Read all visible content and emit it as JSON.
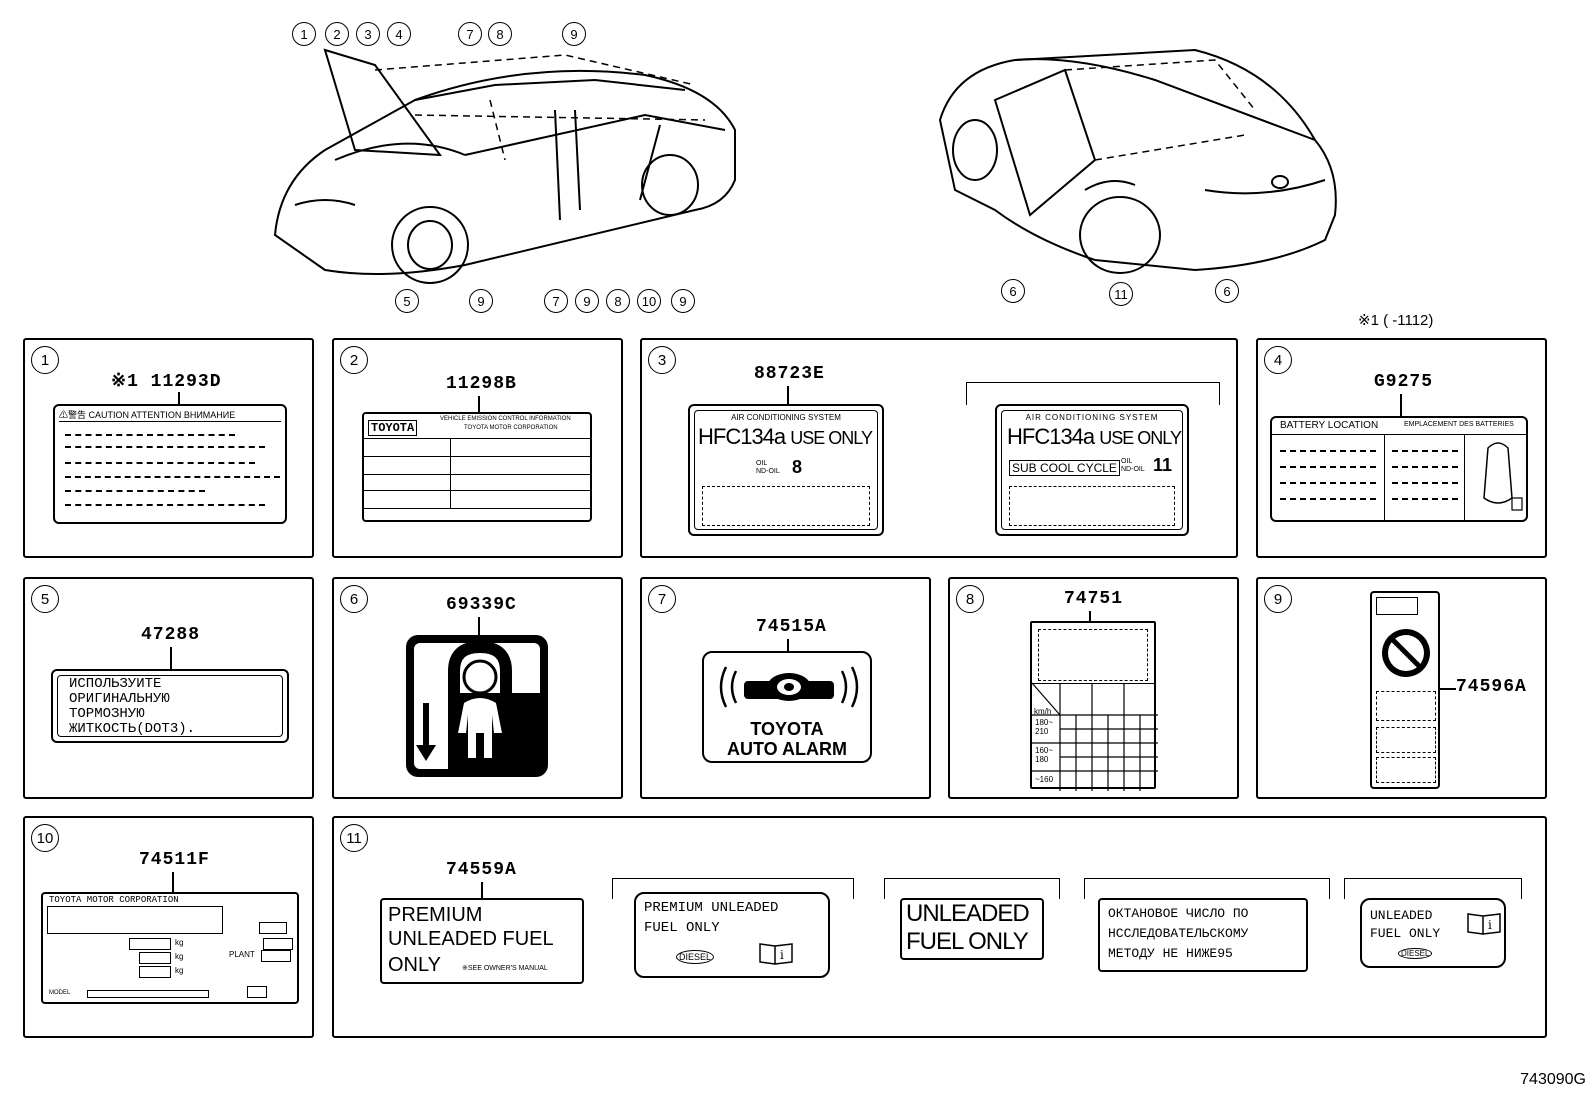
{
  "diagram_id": "743090G",
  "note_x1": "※1 (      -1112)",
  "callouts_front": [
    "1",
    "2",
    "3",
    "4",
    "7",
    "8",
    "9",
    "5",
    "9",
    "7",
    "9",
    "8",
    "10",
    "9"
  ],
  "callouts_rear": [
    "6",
    "11",
    "6"
  ],
  "panels": {
    "p1": {
      "num": "1",
      "part": "※1 11293D",
      "header": "⚠警告 CAUTION ATTENTION ВНИМАНИЕ"
    },
    "p2": {
      "num": "2",
      "part": "11298B",
      "brand": "TOYOTA",
      "sub": "VEHICLE EMISSION CONTROL INFORMATION",
      "corp": "TOYOTA MOTOR CORPORATION"
    },
    "p3": {
      "num": "3",
      "part": "88723E",
      "ac": "AIR CONDITIONING SYSTEM",
      "hfc": "HFC134a",
      "use": "USE ONLY",
      "oil": "OIL",
      "nd": "ND-OIL",
      "oilnum": "8",
      "ac2": "AIR CONDITIONING SYSTEM",
      "hfc2": "HFC134a",
      "use2": "USE ONLY",
      "sub": "SUB COOL CYCLE",
      "oil2": "OIL",
      "nd2": "ND-OIL",
      "oilnum2": "11"
    },
    "p4": {
      "num": "4",
      "part": "G9275",
      "left": "BATTERY LOCATION",
      "right": "EMPLACEMENT DES BATTERIES"
    },
    "p5": {
      "num": "5",
      "part": "47288",
      "l1": "ИСПОЛЬЗУИТЕ",
      "l2": "ОРИГИНАЛЬНУЮ",
      "l3": "ТОРМОЗНУЮ",
      "l4": "ЖИТКОСТЬ(DOT3)."
    },
    "p6": {
      "num": "6",
      "part": "69339C"
    },
    "p7": {
      "num": "7",
      "part": "74515A",
      "l1": "TOYOTA",
      "l2": "AUTO ALARM"
    },
    "p8": {
      "num": "8",
      "part": "74751",
      "kmh": "km/h",
      "r1": "180~\n210",
      "r2": "160~\n180",
      "r3": "~160"
    },
    "p9": {
      "num": "9",
      "part": "74596A"
    },
    "p10": {
      "num": "10",
      "part": "74511F",
      "corp": "TOYOTA MOTOR CORPORATION",
      "kg": "kg",
      "plant": "PLANT",
      "model": "MODEL"
    },
    "p11": {
      "num": "11",
      "part": "74559A",
      "a1": "PREMIUM",
      "a2": "UNLEADED FUEL",
      "a3": "ONLY",
      "a4": "※SEE OWNER'S MANUAL",
      "b1": "PREMIUM UNLEADED",
      "b2": "FUEL ONLY",
      "c1": "UNLEADED",
      "c2": "FUEL ONLY",
      "d1": "ОКТАНОВОЕ ЧИСЛО ПО",
      "d2": "НССЛЕДОВАТЕЛЬСКОМУ",
      "d3": "МЕТОДУ НЕ НИЖЕ95",
      "e1": "UNLEADED",
      "e2": "FUEL ONLY",
      "diesel": "DIESEL"
    }
  }
}
